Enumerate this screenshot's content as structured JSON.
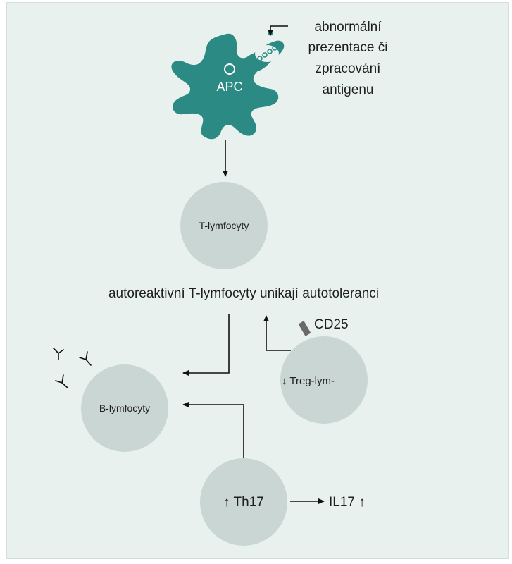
{
  "apc": {
    "label": "APC"
  },
  "annotation": {
    "lines": [
      "abnormální",
      "prezentace či",
      "zpracování",
      "antigenu"
    ]
  },
  "cells": {
    "t_lymphocytes": "T-lymfocyty",
    "b_lymphocytes": "B-lymfocyty",
    "treg": "↓ Treg-lym-",
    "th17": "↑ Th17"
  },
  "statement": "autoreaktivní T-lymfocyty unikají autotoleranci",
  "marker": "CD25",
  "cytokine": "IL17 ↑",
  "colors": {
    "apc_teal": "#2b8a83",
    "cell_gray": "#c9d6d3",
    "background": "#e9f1ef",
    "arrow": "#111111",
    "cd25_marker": "#6a6a6a"
  }
}
